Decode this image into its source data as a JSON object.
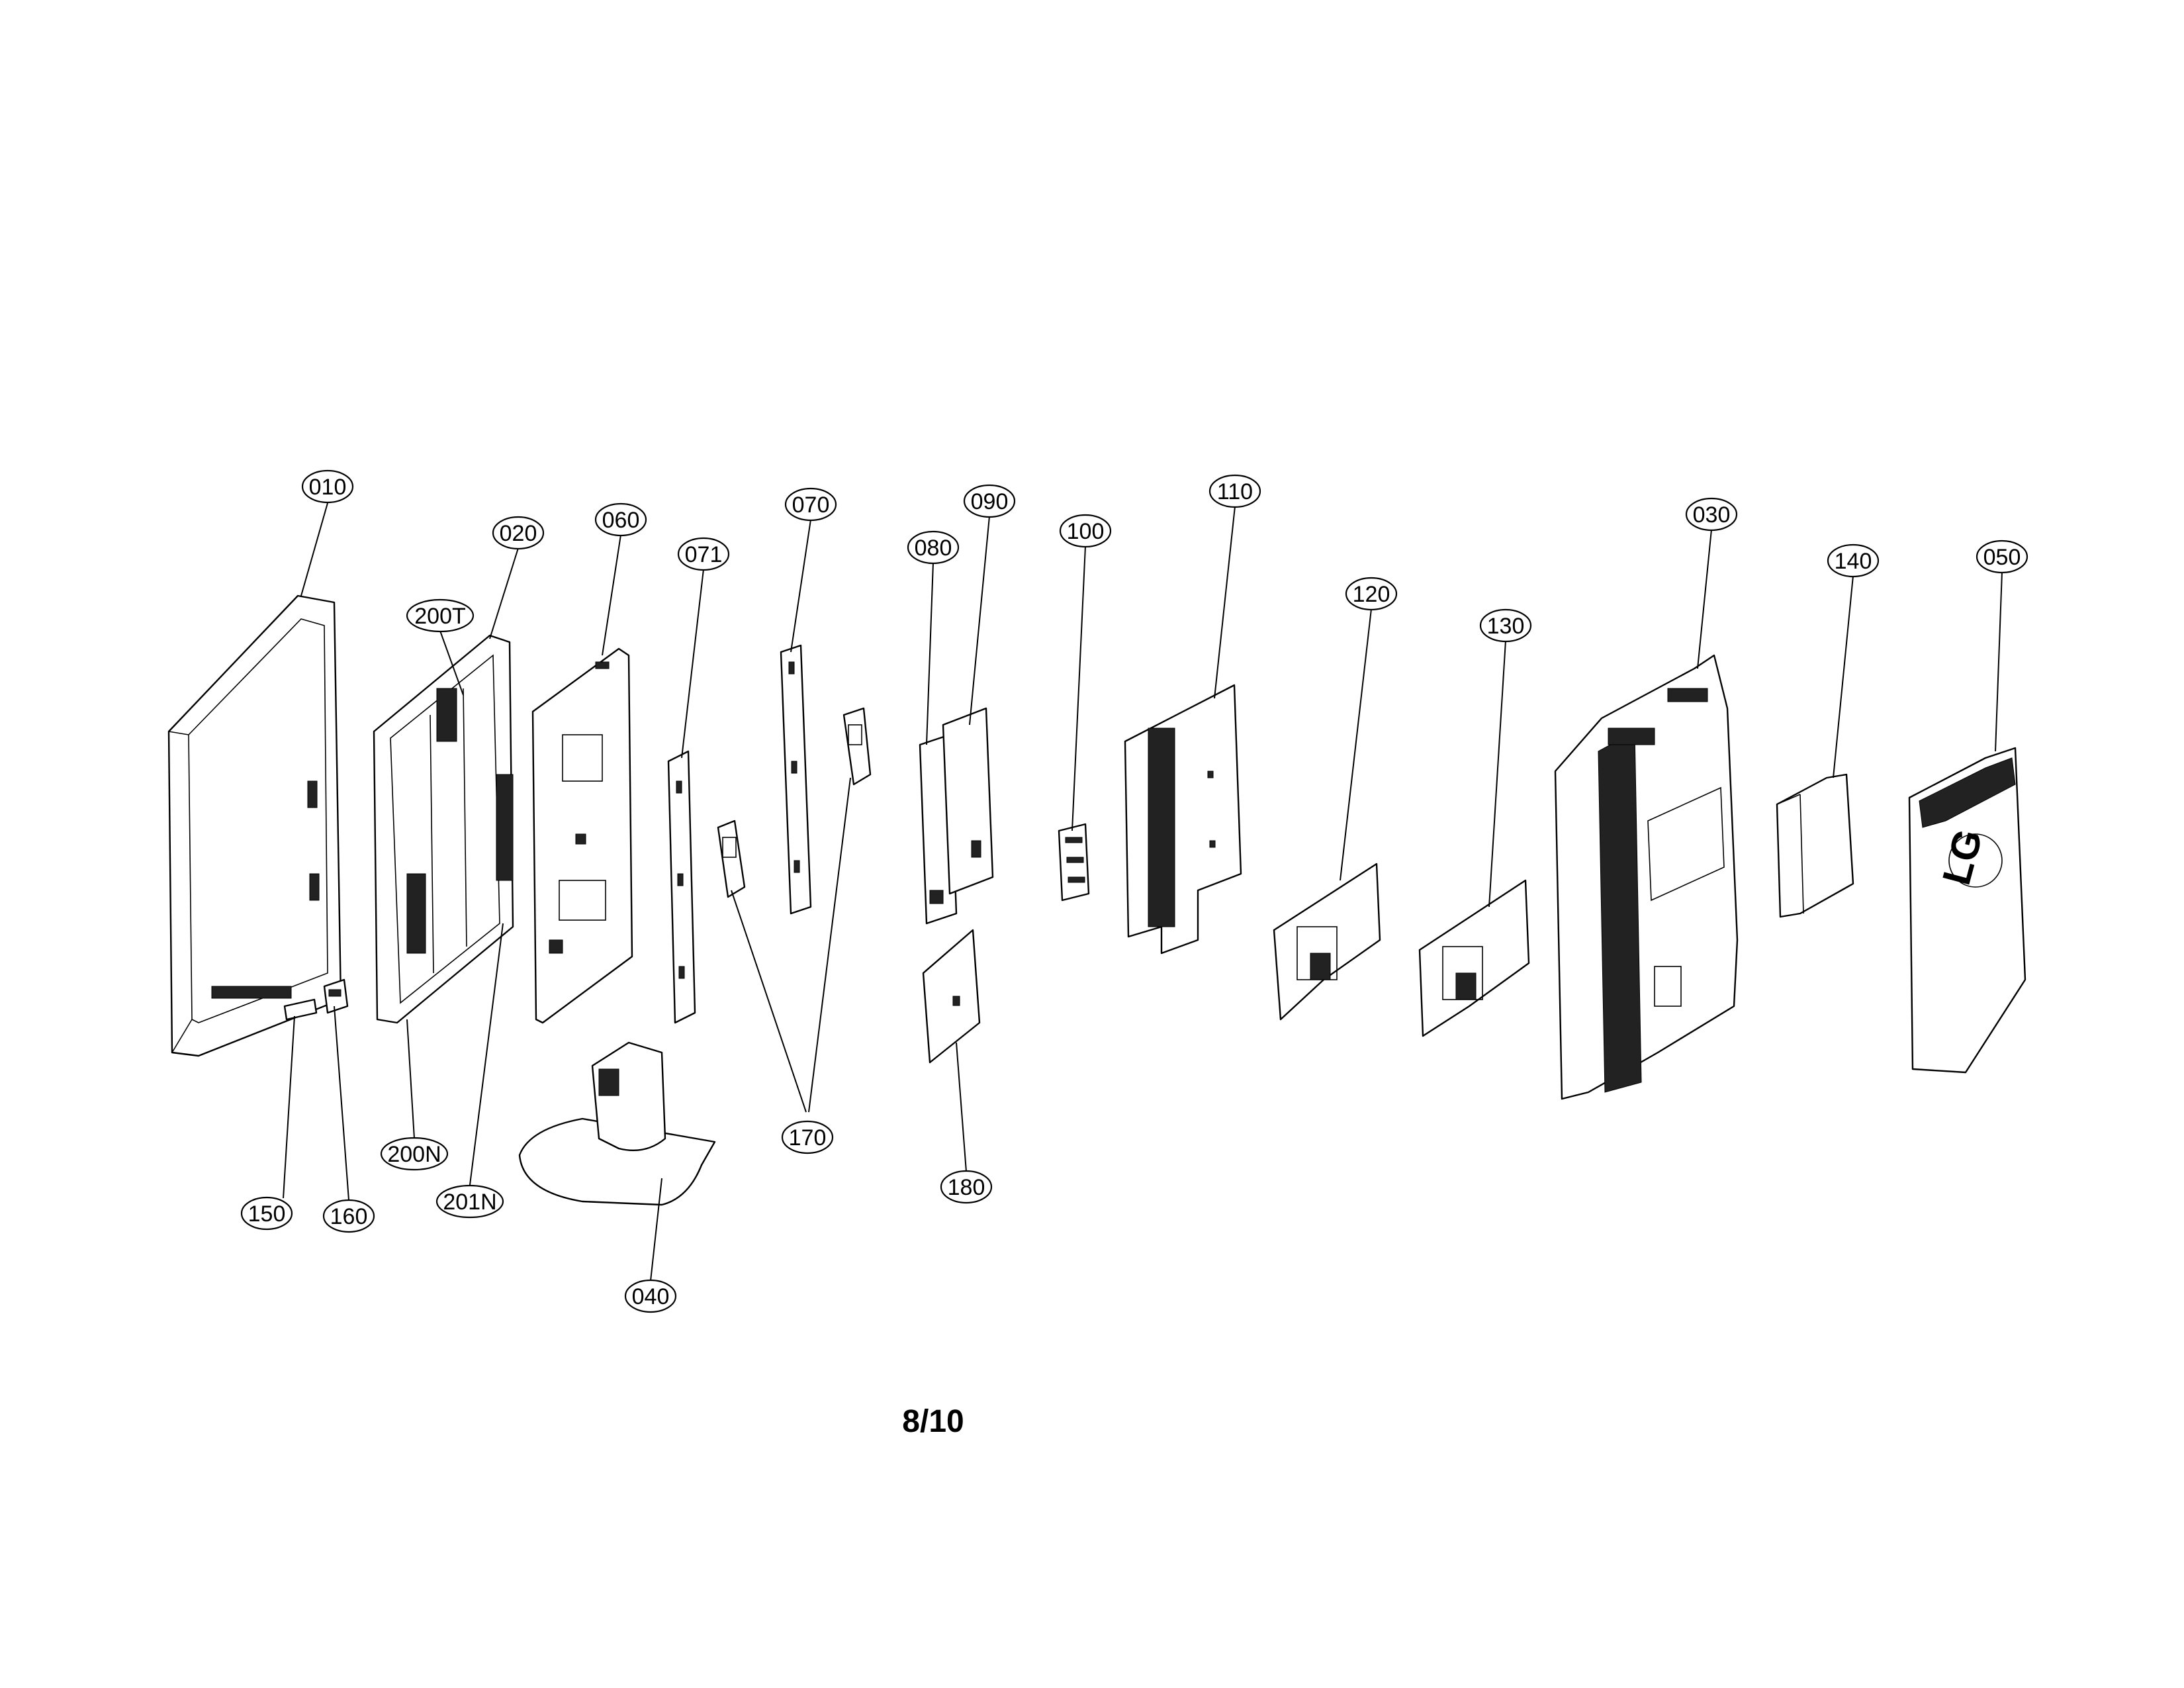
{
  "callouts": {
    "c010": "010",
    "c020": "020",
    "c200T": "200T",
    "c060": "060",
    "c071": "071",
    "c070": "070",
    "c080": "080",
    "c090": "090",
    "c100": "100",
    "c110": "110",
    "c120": "120",
    "c130": "130",
    "c030": "030",
    "c140": "140",
    "c050": "050",
    "c150": "150",
    "c160": "160",
    "c200N": "200N",
    "c201N": "201N",
    "c040": "040",
    "c170": "170",
    "c180": "180"
  },
  "page_number": "8/10",
  "logo_text": "LG"
}
